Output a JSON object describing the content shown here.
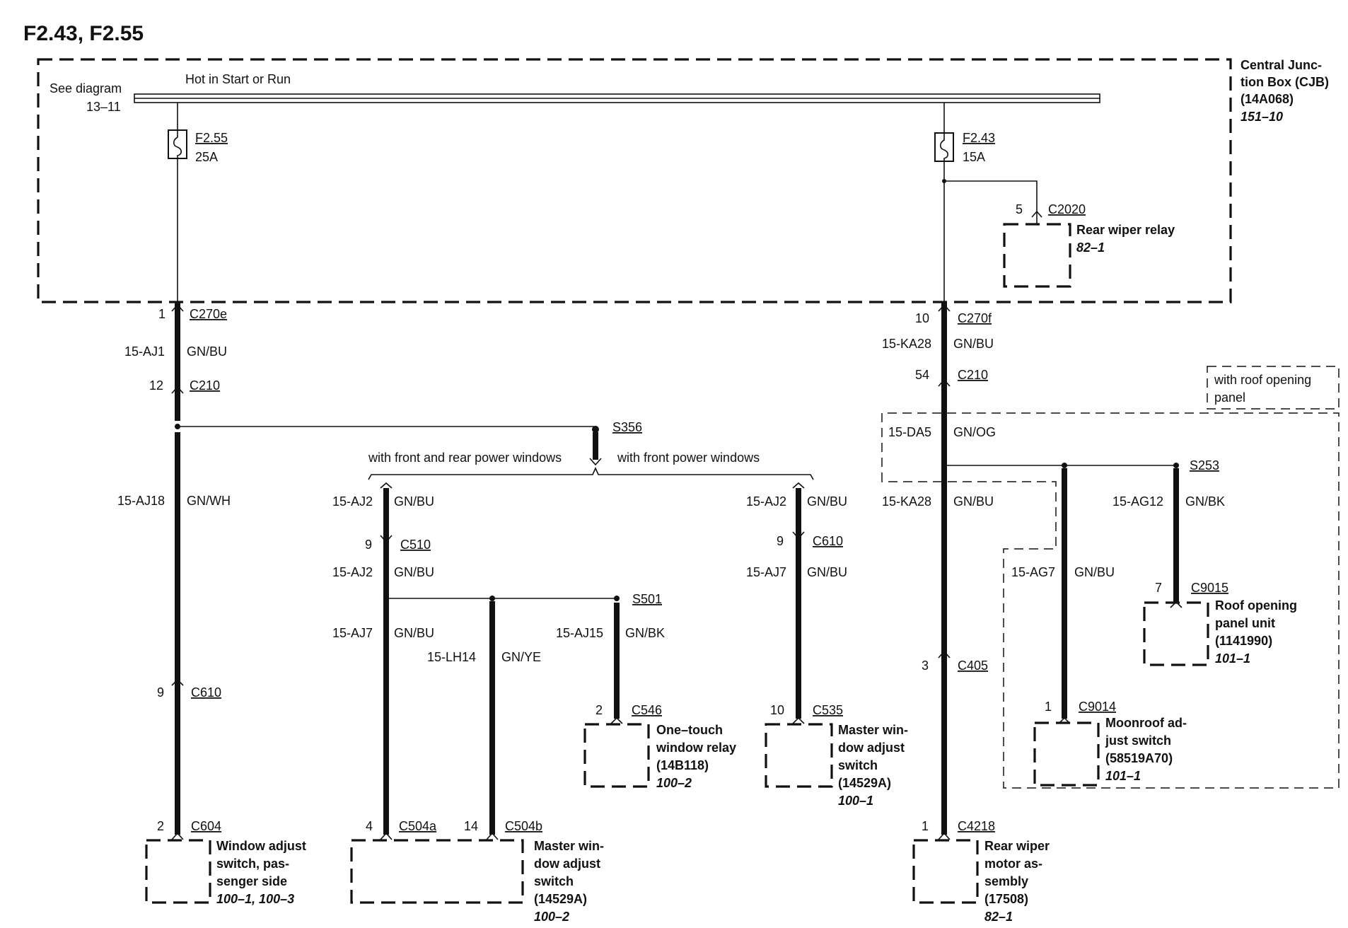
{
  "page_title": "F2.43, F2.55",
  "cjb": {
    "see_diagram": "See diagram",
    "see_diagram_ref": "13–11",
    "bus_label": "Hot in Start or Run",
    "name_line1": "Central Junc-",
    "name_line2": "tion Box (CJB)",
    "part": "(14A068)",
    "ref": "151–10"
  },
  "fuse_f255": {
    "name": "F2.55",
    "rating": "25A"
  },
  "fuse_f243": {
    "name": "F2.43",
    "rating": "15A"
  },
  "rear_wiper_relay": {
    "pin": "5",
    "connector": "C2020",
    "name": "Rear wiper relay",
    "ref": "82–1"
  },
  "left_chain": {
    "c270e_pin": "1",
    "c270e": "C270e",
    "wire1": "15-AJ1",
    "wire1_color": "GN/BU",
    "c210_pin": "12",
    "c210": "C210",
    "wire2": "15-AJ18",
    "wire2_color": "GN/WH",
    "c610_pin": "9",
    "c610": "C610",
    "c604_pin": "2",
    "c604": "C604"
  },
  "window_switch_passenger": {
    "line1": "Window adjust",
    "line2": "switch, pas-",
    "line3": "senger side",
    "ref": "100–1, 100–3"
  },
  "splice_s356": {
    "name": "S356",
    "left_option": "with front and rear power windows",
    "right_option": "with front power windows"
  },
  "front_rear_branch": {
    "wire_a": "15-AJ2",
    "wire_a_color": "GN/BU",
    "c510_pin": "9",
    "c510": "C510",
    "wire_b": "15-AJ2",
    "wire_b_color": "GN/BU",
    "wire_c": "15-AJ7",
    "wire_c_color": "GN/BU",
    "wire_d": "15-LH14",
    "wire_d_color": "GN/YE",
    "s501": "S501",
    "wire_e": "15-AJ15",
    "wire_e_color": "GN/BK",
    "c504a_pin": "4",
    "c504a": "C504a",
    "c504b_pin": "14",
    "c504b": "C504b",
    "c546_pin": "2",
    "c546": "C546"
  },
  "one_touch_relay": {
    "line1": "One–touch",
    "line2": "window relay",
    "part": "(14B118)",
    "ref": "100–2"
  },
  "master_switch_rear": {
    "line1": "Master win-",
    "line2": "dow adjust",
    "line3": "switch",
    "part": "(14529A)",
    "ref": "100–2"
  },
  "front_branch": {
    "wire_a": "15-AJ2",
    "wire_a_color": "GN/BU",
    "c610_pin": "9",
    "c610": "C610",
    "wire_b": "15-AJ7",
    "wire_b_color": "GN/BU",
    "c535_pin": "10",
    "c535": "C535"
  },
  "master_switch_front": {
    "line1": "Master win-",
    "line2": "dow adjust",
    "line3": "switch",
    "part": "(14529A)",
    "ref": "100–1"
  },
  "right_chain": {
    "c270f_pin": "10",
    "c270f": "C270f",
    "wire1": "15-KA28",
    "wire1_color": "GN/BU",
    "c210_pin": "54",
    "c210": "C210",
    "wire2": "15-DA5",
    "wire2_color": "GN/OG",
    "wire3": "15-KA28",
    "wire3_color": "GN/BU",
    "c405_pin": "3",
    "c405": "C405",
    "c4218_pin": "1",
    "c4218": "C4218"
  },
  "roof_option": {
    "line1": "with roof opening",
    "line2": "panel"
  },
  "splice_s253": {
    "name": "S253"
  },
  "moonroof_branch": {
    "wire_a": "15-AG12",
    "wire_a_color": "GN/BK",
    "c9015_pin": "7",
    "c9015": "C9015",
    "wire_b": "15-AG7",
    "wire_b_color": "GN/BU",
    "c9014_pin": "1",
    "c9014": "C9014"
  },
  "roof_panel_unit": {
    "line1": "Roof opening",
    "line2": "panel unit",
    "part": "(1141990)",
    "ref": "101–1"
  },
  "moonroof_switch": {
    "line1": "Moonroof ad-",
    "line2": "just switch",
    "part": "(58519A70)",
    "ref": "101–1"
  },
  "rear_wiper_motor": {
    "line1": "Rear wiper",
    "line2": "motor as-",
    "line3": "sembly",
    "part": "(17508)",
    "ref": "82–1"
  }
}
